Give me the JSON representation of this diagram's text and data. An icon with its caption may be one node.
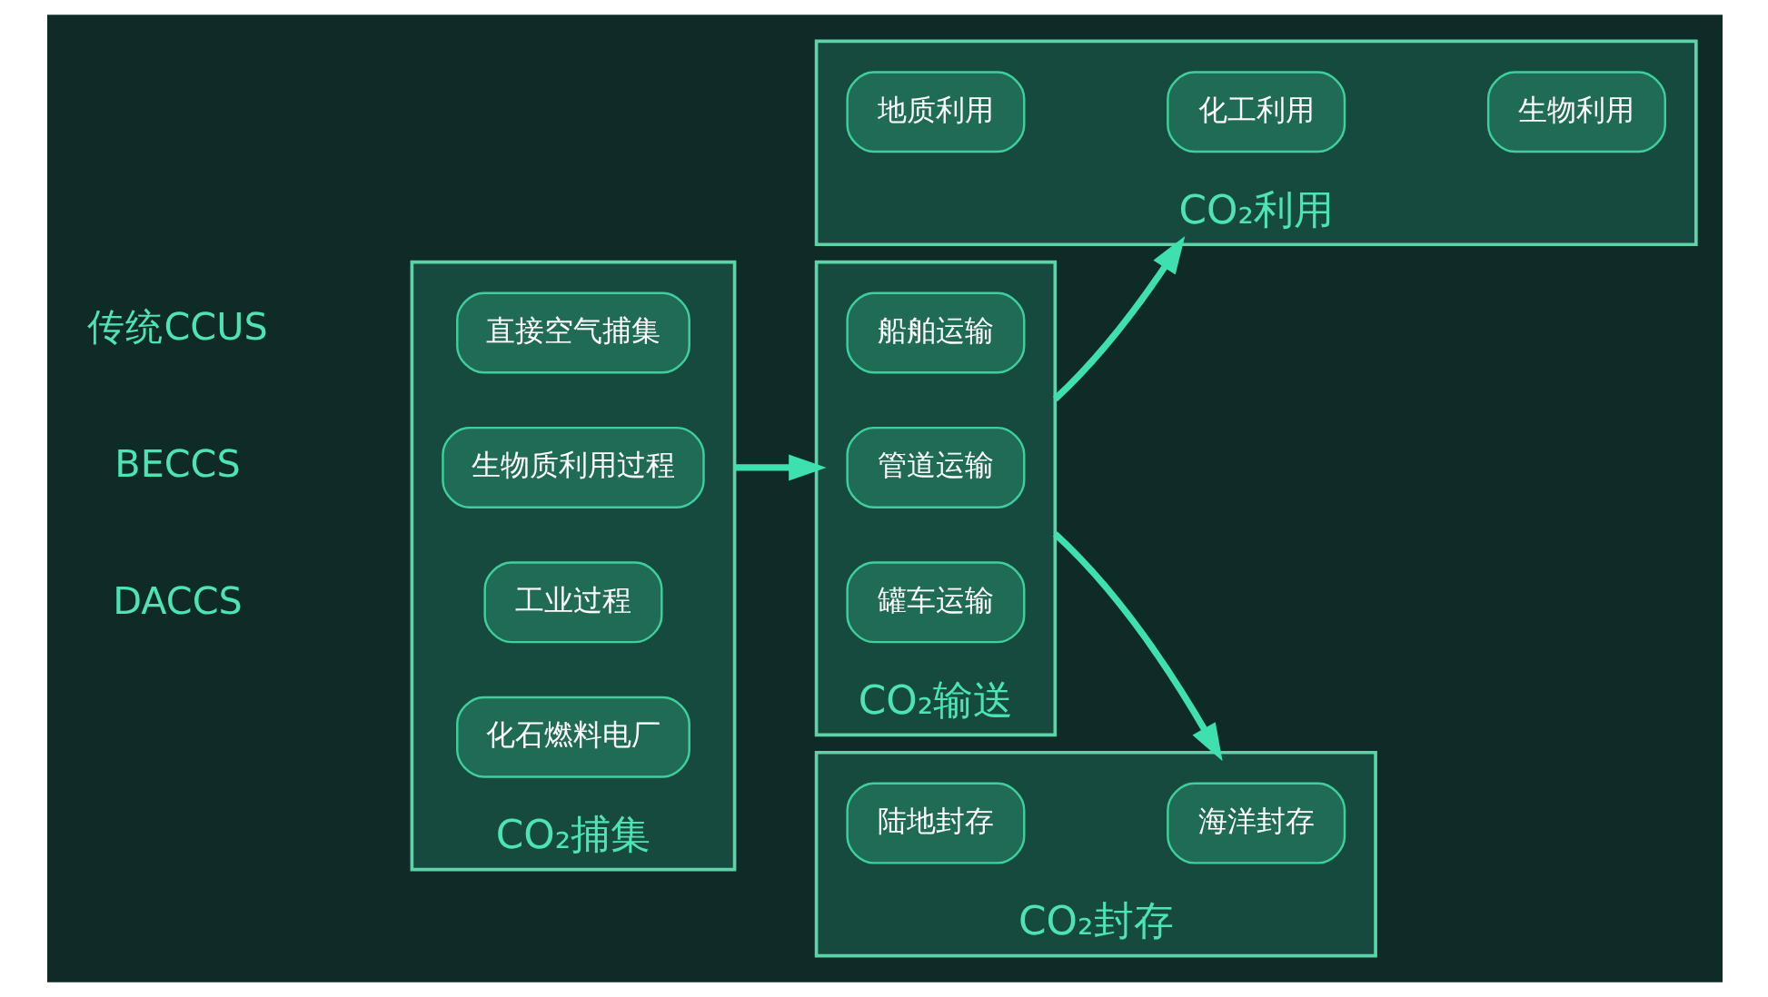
{
  "diagram": {
    "nodes": [
      {
        "text": [
          "CO₂捕集"
        ]
      },
      {
        "text": [
          "化石燃料电厂"
        ],
        "in": 0
      },
      {
        "text": [
          "工业过程"
        ],
        "in": 0
      },
      {
        "text": [
          "生物质利用过程"
        ],
        "in": 0
      },
      {
        "text": [
          "直接空气捕集"
        ],
        "in": 0
      },
      {
        "text": [
          "CO₂输送"
        ]
      },
      {
        "text": [
          "罐车运输"
        ],
        "in": 5
      },
      {
        "text": [
          "管道运输"
        ],
        "in": 5
      },
      {
        "text": [
          "船舶运输"
        ],
        "in": 5
      },
      {
        "text": [
          "CO₂利用"
        ]
      },
      {
        "text": [
          "地质利用"
        ],
        "in": 9
      },
      {
        "text": [
          "化工利用"
        ],
        "in": 9
      },
      {
        "text": [
          "生物利用"
        ],
        "in": 9
      },
      {
        "text": [
          "CO₂封存"
        ]
      },
      {
        "text": [
          "陆地封存"
        ],
        "in": 13
      },
      {
        "text": [
          "海洋封存"
        ],
        "in": 13
      }
    ],
    "edges": [
      {
        "from": 0,
        "to": 5,
        "arrow": "to"
      },
      {
        "from": 5,
        "to": 9,
        "arrow": "to"
      },
      {
        "from": 5,
        "to": 13,
        "arrow": "to"
      }
    ],
    "labels": [
      "传统CCUS",
      "BECCS",
      "DACCS"
    ]
  }
}
